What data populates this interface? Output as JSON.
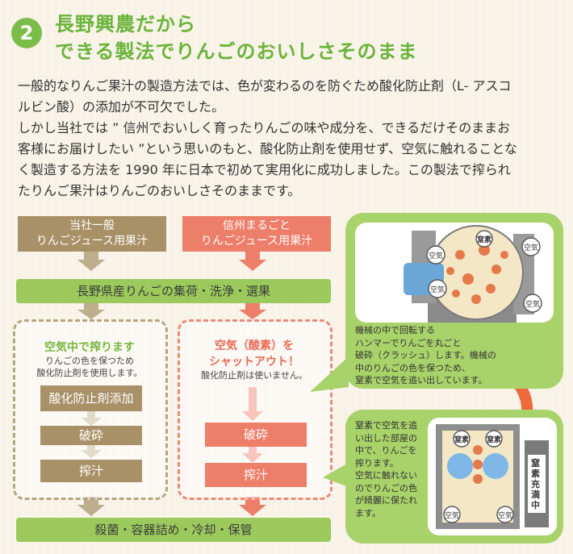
{
  "header": {
    "step_number": "2",
    "title_line1": "長野興農だから",
    "title_line2": "できる製法でりんごのおいしさそのまま"
  },
  "intro": {
    "paragraph_line1": "一般的なりんご果汁の製造方法では、色が変わるのを防ぐため酸化防止剤（L- アスコ",
    "paragraph_line2": "ルビン酸）の添加が不可欠でした。",
    "paragraph_line3": "しかし当社では ” 信州でおいしく育ったりんごの味や成分を、できるだけそのままお",
    "paragraph_line4": "客様にお届けしたい ”という思いのもと、酸化防止剤を使用せず、空気に触れることな",
    "paragraph_line5": "く製造する方法を 1990 年に日本で初めて実用化に成功しました。この製法で搾られ",
    "paragraph_line6": "たりんご果汁はりんごのおいしさそのままです。"
  },
  "flow": {
    "left_header_line1": "当社一般",
    "left_header_line2": "りんごジュース用果汁",
    "right_header_line1": "信州まるごと",
    "right_header_line2": "りんごジュース用果汁",
    "shared_step1": "長野県産りんごの集荷・洗浄・選果",
    "left_note_title": "空気中で搾ります",
    "left_note_line1": "りんごの色を保つため",
    "left_note_line2": "酸化防止剤を使用します。",
    "left_additive": "酸化防止剤添加",
    "left_crush": "破砕",
    "left_press": "搾汁",
    "right_note_title_line1": "空気（酸素）を",
    "right_note_title_line2": "シャットアウト！",
    "right_note_line1": "酸化防止剤は使いません。",
    "right_crush": "破砕",
    "right_press": "搾汁",
    "shared_final": "殺菌・容器詰め・冷却・保管"
  },
  "callout_top": {
    "line1": "機械の中で回転する",
    "line2": "ハンマーでりんごを丸ごと",
    "line3": "破砕（クラッシュ）します。機械の",
    "line4": "中のりんごの色を保つため、",
    "line5": "窒素で空気を追い出しています。",
    "label_air": "空気",
    "label_nitrogen": "窒素"
  },
  "callout_bottom": {
    "line1": "窒素で空気を追",
    "line2": "い出した部屋の",
    "line3": "中で、りんごを",
    "line4": "搾ります。",
    "line5": "空気に触れない",
    "line6": "のでりんごの色",
    "line7": "が綺麗に保たれ",
    "line8": "ます。",
    "label_air": "空気",
    "label_nitrogen": "窒素",
    "tank_label": "窒素充満中"
  },
  "colors": {
    "accent_green": "#6ab43a",
    "badge_green": "#7cbd4a",
    "panel_green": "#a8d26a",
    "brown": "#a99167",
    "salmon": "#ed7e6a",
    "arrow_orange": "#ee6a3a"
  }
}
